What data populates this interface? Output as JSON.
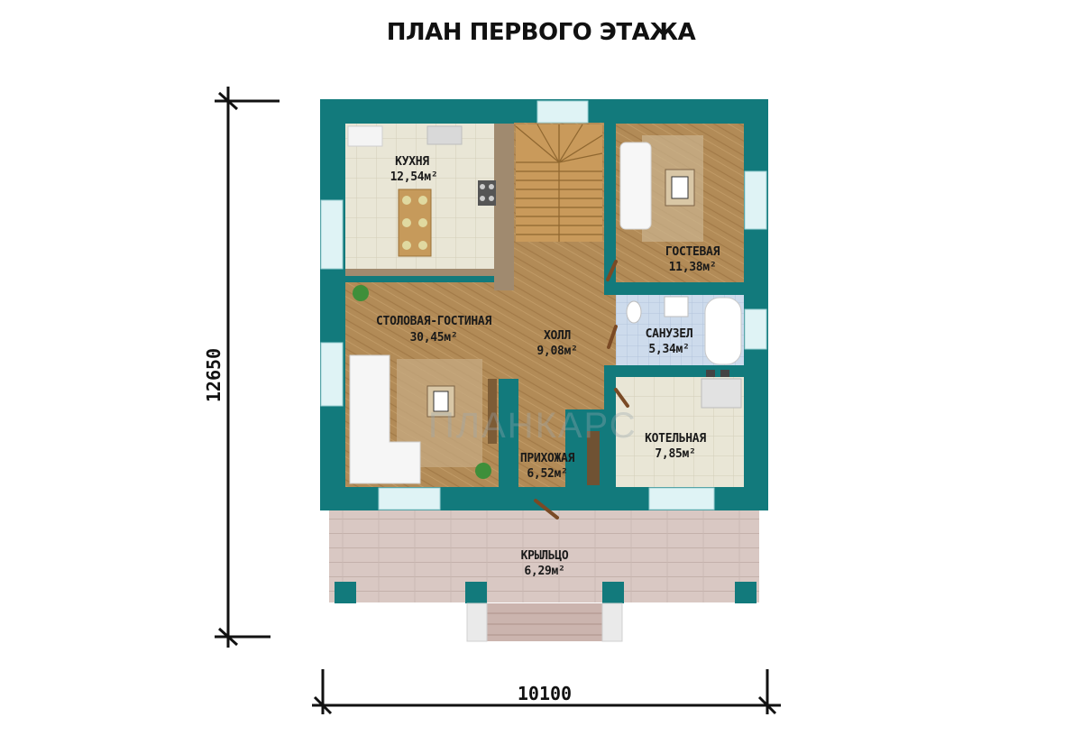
{
  "title": "ПЛАН ПЕРВОГО ЭТАЖА",
  "dimensions": {
    "height": "12650",
    "width": "10100"
  },
  "watermark": "ПЛАНКАРС",
  "colors": {
    "wall": "#127a7c",
    "wood": "#b28b57",
    "tile": "#e7e4d4",
    "blue_tile": "#cad8ea",
    "deck": "#d8c7c2",
    "window": "#d9f1f3"
  },
  "rooms": {
    "kitchen": {
      "name": "КУХНЯ",
      "area": "12,54м²"
    },
    "guest": {
      "name": "ГОСТЕВАЯ",
      "area": "11,38м²"
    },
    "living": {
      "name": "СТОЛОВАЯ-ГОСТИНАЯ",
      "area": "30,45м²"
    },
    "hall": {
      "name": "ХОЛЛ",
      "area": "9,08м²"
    },
    "bath": {
      "name": "САНУЗЕЛ",
      "area": "5,34м²"
    },
    "boiler": {
      "name": "КОТЕЛЬНАЯ",
      "area": "7,85м²"
    },
    "entry": {
      "name": "ПРИХОЖАЯ",
      "area": "6,52м²"
    },
    "porch": {
      "name": "КРЫЛЬЦО",
      "area": "6,29м²"
    }
  }
}
